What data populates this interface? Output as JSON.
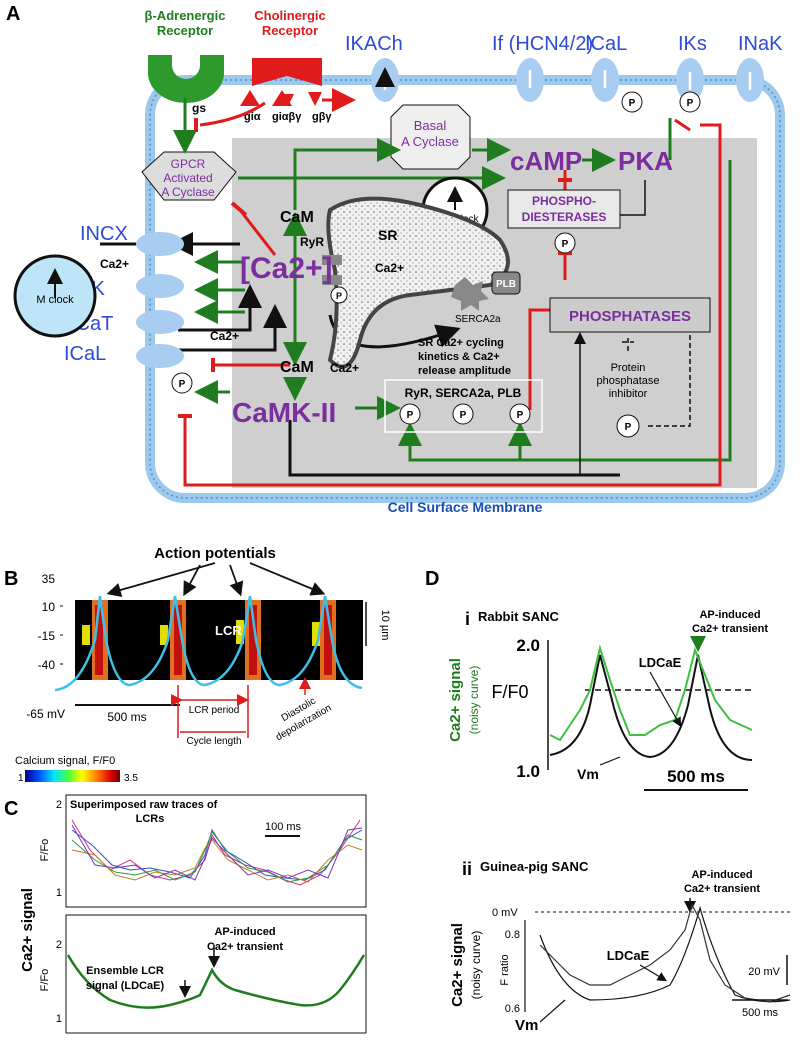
{
  "panelA": {
    "letter": "A",
    "beta_receptor": [
      "β-Adrenergic",
      "Receptor"
    ],
    "chol_receptor": [
      "Cholinergic",
      "Receptor"
    ],
    "gs": "gs",
    "gi_labels": [
      "giα",
      "giαβγ",
      "gβγ"
    ],
    "channels": [
      "IKACh",
      "If (HCN4/2)",
      "ICaL",
      "IKs",
      "INaK"
    ],
    "basal_ac": [
      "Basal",
      "A Cyclase"
    ],
    "camp": "cAMP",
    "pka": "PKA",
    "gpcr": [
      "GPCR",
      "Activated",
      "A Cyclase"
    ],
    "cam": "CaM",
    "ca_clock": "Ca2+clock",
    "pde": [
      "PHOSPHO-",
      "DIESTERASES"
    ],
    "ryr": "RyR",
    "sr": "SR",
    "ca2": "Ca2+",
    "ca_big": "[Ca2+]",
    "plb": "PLB",
    "serca": "SERCA2a",
    "phosphatases": "PHOSPHATASES",
    "left_currents": [
      "INCX",
      "IK",
      "ICaT",
      "ICaL"
    ],
    "m_clock": "M clock",
    "sr_text": [
      "SR Ca2+ cycling",
      "kinetics & Ca2+",
      "release amplitude"
    ],
    "camk": "CaMK-II",
    "ryr_box": "RyR, SERCA2a, PLB",
    "ppi": [
      "Protein",
      "phosphatase",
      "inhibitor"
    ],
    "membrane": "Cell Surface Membrane",
    "p": "P"
  },
  "panelB": {
    "letter": "B",
    "title": "Action potentials",
    "yticks": [
      "35",
      "10",
      "-15",
      "-40",
      "-65 mV"
    ],
    "lcr": "LCR",
    "scale_um": "10 µm",
    "scale_ms": "500 ms",
    "lcr_period": "LCR period",
    "cycle_length": "Cycle length",
    "diastolic": [
      "Diastolic",
      "depolarization"
    ],
    "colorbar_title": "Calcium signal, F/F0",
    "colorbar_min": "1",
    "colorbar_max": "3.5"
  },
  "panelC": {
    "letter": "C",
    "ylabel_side": "Ca2+ signal",
    "top_title": [
      "Superimposed raw traces of",
      "LCRs"
    ],
    "scale": "100 ms",
    "ylabel": "F/Fo",
    "top_ticks": [
      "2",
      "1"
    ],
    "bottom_ticks": [
      "2",
      "1"
    ],
    "ap_label": [
      "AP-induced",
      "Ca2+ transient"
    ],
    "ensemble": [
      "Ensemble LCR",
      "signal (LDCaE)"
    ]
  },
  "panelD": {
    "letter": "D",
    "i": {
      "numeral": "i",
      "title": "Rabbit SANC",
      "ap_label": [
        "AP-induced",
        "Ca2+ transient"
      ],
      "yticks": [
        "2.0",
        "1.0"
      ],
      "ylabel": "F/F0",
      "side": [
        "Ca2+ signal",
        "(noisy curve)"
      ],
      "ldcae": "LDCaE",
      "vm": "Vm",
      "scale": "500 ms"
    },
    "ii": {
      "numeral": "ii",
      "title": "Guinea-pig SANC",
      "ap_label": [
        "AP-induced",
        "Ca2+ transient"
      ],
      "zero": "0 mV",
      "yticks": [
        "0.8",
        "0.6"
      ],
      "ylabel": "F ratio",
      "side": [
        "Ca2+ signal",
        "(noisy curve)"
      ],
      "ldcae": "LDCaE",
      "vm": "Vm",
      "scale_mv": "20 mV",
      "scale_ms": "500 ms"
    }
  },
  "colors": {
    "blue": "#2e4bd6",
    "purple": "#7b2f9e",
    "green": "#1f7d1f",
    "red": "#e01b1b",
    "gray": "#cfcfcf",
    "channel": "#a9cdf0"
  }
}
